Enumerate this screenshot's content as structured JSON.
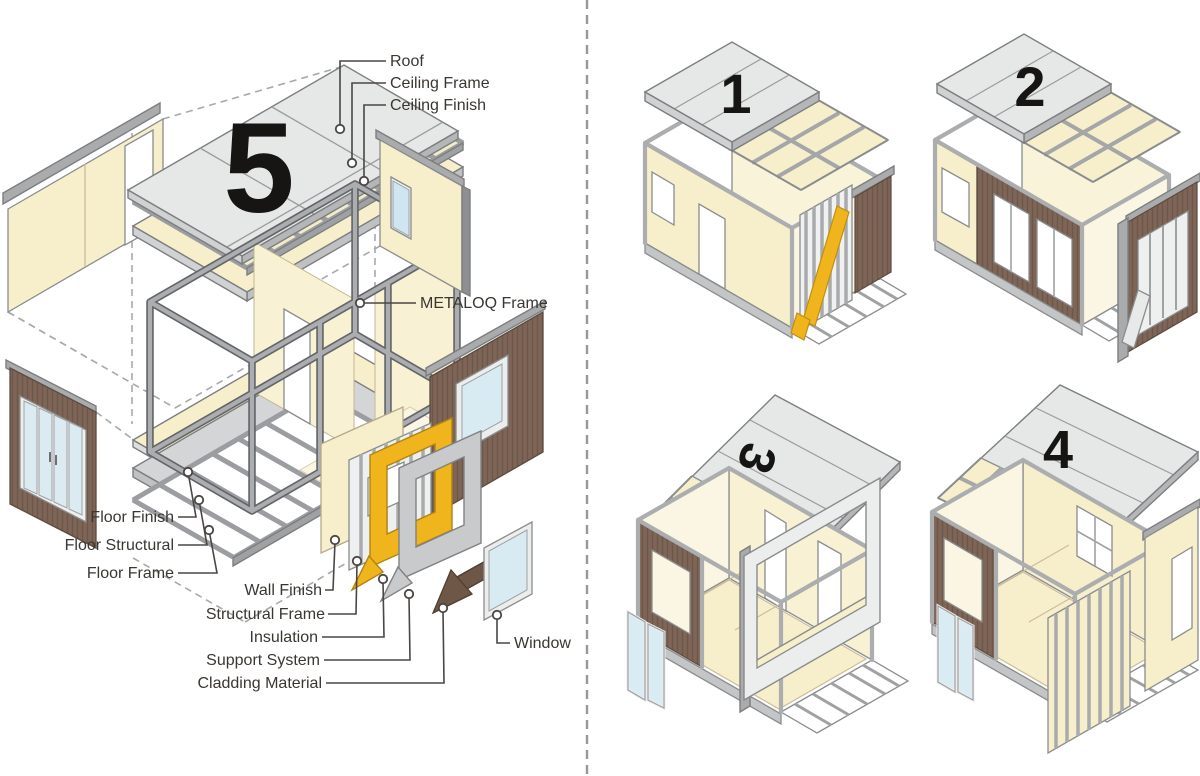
{
  "figure": {
    "type": "exploded-assembly-diagram",
    "left_diagram": {
      "number": "5",
      "labels": {
        "roof": "Roof",
        "ceiling_frame": "Ceiling Frame",
        "ceiling_finish": "Ceiling Finish",
        "metaloq_frame": "METALOQ Frame",
        "floor_finish": "Floor Finish",
        "floor_structural": "Floor Structural",
        "floor_frame": "Floor Frame",
        "wall_finish": "Wall Finish",
        "structural_frame": "Structural Frame",
        "insulation": "Insulation",
        "support_system": "Support System",
        "cladding_material": "Cladding Material",
        "window": "Window"
      }
    },
    "stages": [
      {
        "number": "1"
      },
      {
        "number": "2"
      },
      {
        "number": "3"
      },
      {
        "number": "4"
      }
    ],
    "palette": {
      "wall_cream": "#f7efcb",
      "interior_cream": "#fbf6e3",
      "partition_cream": "#f8f1d3",
      "metal_gray": "#a9abad",
      "metal_dark": "#6f7173",
      "roof_gray": "#e6e7e7",
      "slab_gray": "#d3d5d6",
      "cladding_brown": "#7e6557",
      "cladding_dark": "#5d4b3f",
      "insulation_gold": "#f0b51c",
      "glass_blue": "#d9ecf4",
      "label_text": "#3a3632",
      "number_black": "#171513"
    }
  }
}
